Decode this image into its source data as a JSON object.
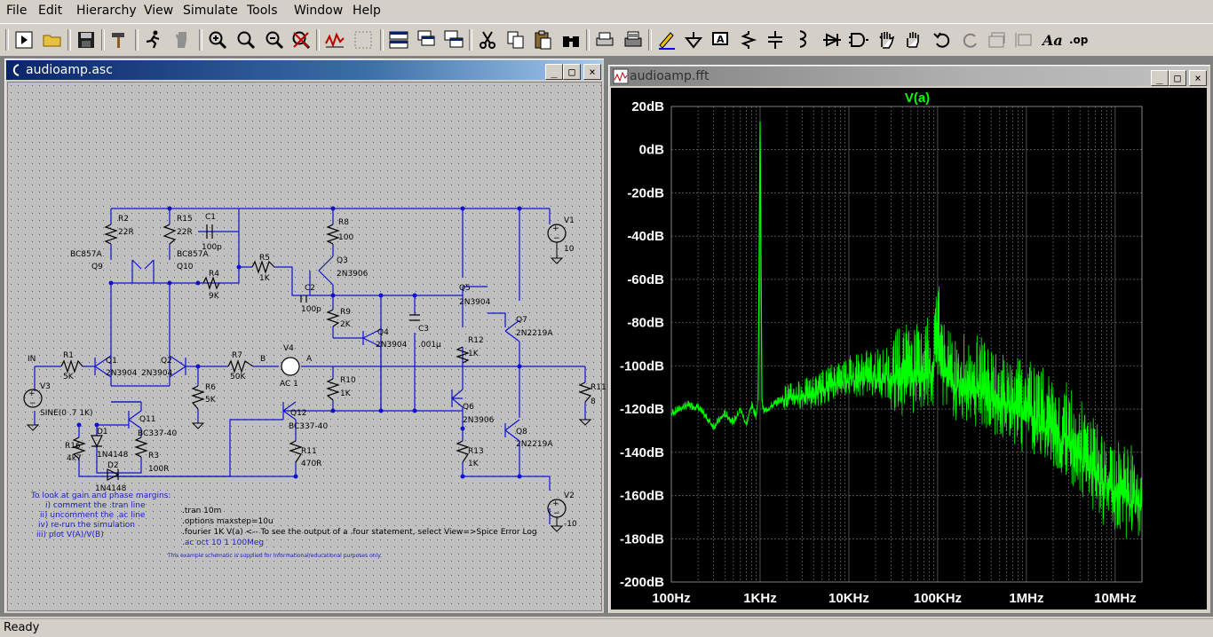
{
  "menu": [
    "File",
    "Edit",
    "Hierarchy",
    "View",
    "Simulate",
    "Tools",
    "Window",
    "Help"
  ],
  "schematic_window": {
    "title": "audioamp.asc",
    "components": {
      "R2": {
        "name": "R2",
        "value": "22R"
      },
      "R15": {
        "name": "R15",
        "value": "22R"
      },
      "C1": {
        "name": "C1",
        "value": "100p"
      },
      "R8": {
        "name": "R8",
        "value": "100"
      },
      "V1": {
        "name": "V1",
        "value": "10"
      },
      "Q9": {
        "name": "Q9",
        "model": "BC857A"
      },
      "Q10": {
        "name": "Q10",
        "model": "BC857A"
      },
      "R5": {
        "name": "R5",
        "value": "1K"
      },
      "R4": {
        "name": "R4",
        "value": "9K"
      },
      "Q3": {
        "name": "Q3",
        "model": "2N3906"
      },
      "C2": {
        "name": "C2",
        "value": "100p"
      },
      "Q5": {
        "name": "Q5",
        "model": "2N3904"
      },
      "R9": {
        "name": "R9",
        "value": "2K"
      },
      "C3": {
        "name": "C3",
        "value": ".001µ"
      },
      "Q7": {
        "name": "Q7",
        "model": "2N2219A"
      },
      "Q4": {
        "name": "Q4",
        "model": "2N3904"
      },
      "R12": {
        "name": "R12",
        "value": "1K"
      },
      "R1": {
        "name": "R1",
        "value": "5K"
      },
      "Q1": {
        "name": "Q1",
        "model": "2N3904"
      },
      "Q2": {
        "name": "Q2",
        "model": "2N3904"
      },
      "R7": {
        "name": "R7",
        "value": "50K"
      },
      "V4": {
        "name": "V4",
        "value": "AC 1"
      },
      "R10": {
        "name": "R10",
        "value": "1K"
      },
      "R6": {
        "name": "R6",
        "value": "5K"
      },
      "R11": {
        "name": "R11",
        "value": "8"
      },
      "V3": {
        "name": "V3",
        "value": "SINE(0 .7 1K)"
      },
      "Q11": {
        "name": "Q11",
        "model": "BC337-40"
      },
      "Q12": {
        "name": "Q12",
        "model": "BC337-40"
      },
      "Q6": {
        "name": "Q6",
        "model": "2N3906"
      },
      "Q8": {
        "name": "Q8",
        "model": "2N2219A"
      },
      "D1": {
        "name": "D1",
        "model": "1N4148"
      },
      "R16": {
        "name": "R16",
        "value": "4k7"
      },
      "R3": {
        "name": "R3",
        "value": "100R"
      },
      "R11b": {
        "name": "R11",
        "value": "470R"
      },
      "R13": {
        "name": "R13",
        "value": "1K"
      },
      "D2": {
        "name": "D2",
        "model": "1N4148"
      },
      "V2": {
        "name": "V2",
        "value": "-10"
      }
    },
    "net_labels": {
      "in": "IN",
      "b": "B",
      "a": "A"
    },
    "notes": [
      "To look at gain and phase margins:",
      "i) comment the .tran line",
      "ii) uncomment the .ac line",
      "iv) re-run the simulation",
      "iii) plot V(A)/V(B)"
    ],
    "directives": [
      ".tran 10m",
      ".options maxstep=10u",
      ".fourier 1K V(a)  <-- To see the output of a .four statement, select View=>Spice Error Log",
      ".ac oct 10 1 100Meg"
    ],
    "disclaimer": "This example schematic is supplied for informational/educational purposes only."
  },
  "fft_window": {
    "title": "audioamp.fft",
    "trace_label": "V(a)",
    "colors": {
      "trace": "#00ff00",
      "background": "#000000",
      "grid": "#808080",
      "text": "#ffffff"
    }
  },
  "chart_data": {
    "type": "line",
    "title": "V(a)",
    "xscale": "log",
    "xlim": [
      100,
      20000000
    ],
    "ylim": [
      -200,
      20
    ],
    "x_tick_labels": [
      "100Hz",
      "1KHz",
      "10KHz",
      "100KHz",
      "1MHz",
      "10MHz"
    ],
    "y_tick_labels": [
      "20dB",
      "0dB",
      "-20dB",
      "-40dB",
      "-60dB",
      "-80dB",
      "-100dB",
      "-120dB",
      "-140dB",
      "-160dB",
      "-180dB",
      "-200dB"
    ],
    "grid": true,
    "series": [
      {
        "name": "V(a)",
        "x": [
          100,
          150,
          200,
          300,
          400,
          500,
          600,
          700,
          800,
          900,
          950,
          1000,
          1050,
          1100,
          1500,
          2000,
          3000,
          4000,
          5000,
          6000,
          7000,
          8000,
          9000,
          10000,
          20000,
          30000,
          50000,
          70000,
          90000,
          100000,
          110000,
          150000,
          200000,
          300000,
          500000,
          700000,
          1000000,
          2000000,
          3000000,
          5000000,
          7000000,
          10000000,
          15000000,
          20000000
        ],
        "y": [
          -122,
          -118,
          -119,
          -128,
          -122,
          -126,
          -120,
          -127,
          -118,
          -123,
          -116,
          13,
          -116,
          -121,
          -117,
          -114,
          -113,
          -112,
          -110,
          -108,
          -106,
          -106,
          -104,
          -104,
          -103,
          -103,
          -102,
          -100,
          -98,
          -70,
          -99,
          -104,
          -106,
          -108,
          -112,
          -115,
          -118,
          -125,
          -132,
          -143,
          -150,
          -153,
          -158,
          -160
        ]
      }
    ]
  }
}
